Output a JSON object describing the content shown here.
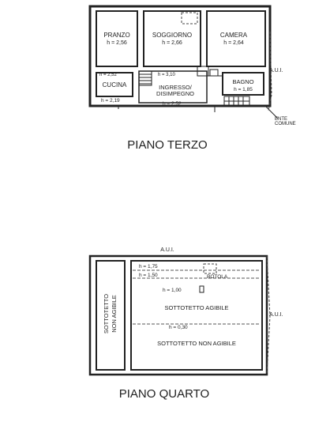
{
  "piano_terzo": {
    "title": "PIANO TERZO",
    "aui": "A.U.I.",
    "ente": "ENTE",
    "comune": "COMUNE",
    "rooms": {
      "pranzo": {
        "name": "PRANZO",
        "h": "h = 2,56"
      },
      "soggiorno": {
        "name": "SOGGIORNO",
        "h": "h = 2,66"
      },
      "camera": {
        "name": "CAMERA",
        "h": "h = 2,64"
      },
      "cucina": {
        "name": "CUCINA",
        "h": "h = 2,52"
      },
      "ingresso": {
        "name1": "INGRESSO/",
        "name2": "DISIMPEGNO",
        "h": "h = 3,10"
      },
      "bagno": {
        "name": "BAGNO",
        "h": "h = 1,85"
      }
    },
    "h_low_left": "h = 2,19",
    "h_low_mid": "h = 2,52"
  },
  "piano_quarto": {
    "title": "PIANO QUARTO",
    "aui_top": "A.U.I.",
    "aui_right": "A.U.I.",
    "botola": "BOTOLA",
    "h_175": "h = 1,75",
    "h_150": "h = 1,50",
    "h_100": "h = 1,00",
    "h_030": "h = 0,30",
    "agibile": "SOTTOTETTO AGIBILE",
    "non_agibile": "SOTTOTETTO NON AGIBILE",
    "left_1": "SOTTOTETTO",
    "left_2": "NON AGIBILE"
  }
}
